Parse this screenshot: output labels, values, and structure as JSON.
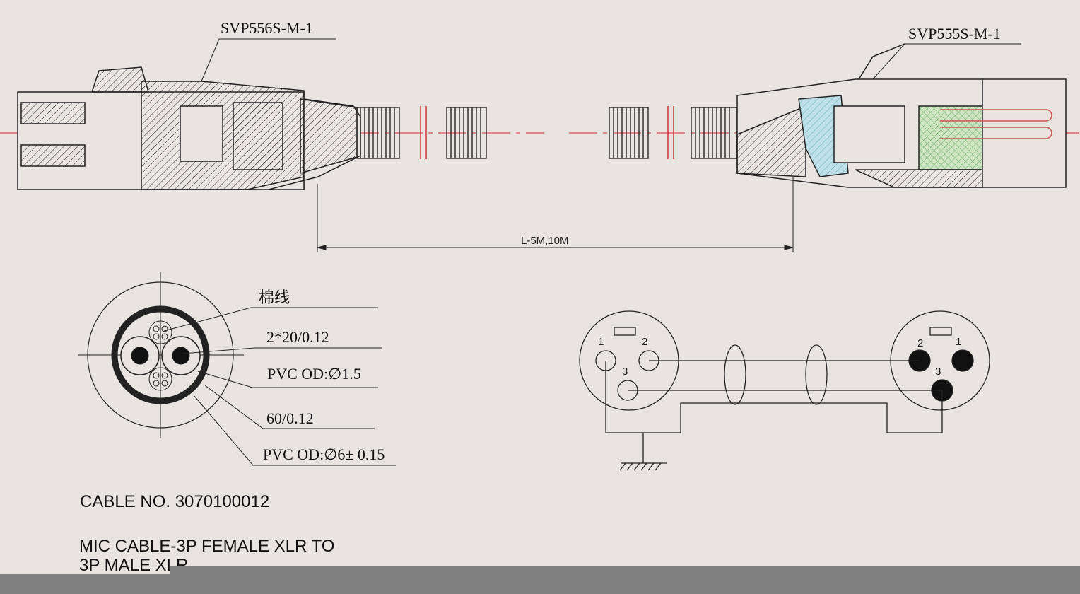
{
  "labels": {
    "female_part": "SVP556S-M-1",
    "male_part": "SVP555S-M-1",
    "length": "L-5M,10M"
  },
  "cable_section": {
    "callouts": [
      "棉线",
      "2*20/0.12",
      "PVC OD:∅1.5",
      "60/0.12",
      "PVC OD:∅6± 0.15"
    ]
  },
  "wiring": {
    "female_pins": [
      "1",
      "2",
      "3"
    ],
    "male_pins": [
      "2",
      "1",
      "3"
    ]
  },
  "footer": {
    "cable_no": "CABLE NO. 3070100012",
    "desc_line1": "MIC CABLE-3P FEMALE XLR TO",
    "desc_line2": "3P MALE XLR"
  },
  "colors": {
    "background": "#e8e5e1",
    "centerline": "#cc2a2a",
    "bar": "#808080"
  }
}
